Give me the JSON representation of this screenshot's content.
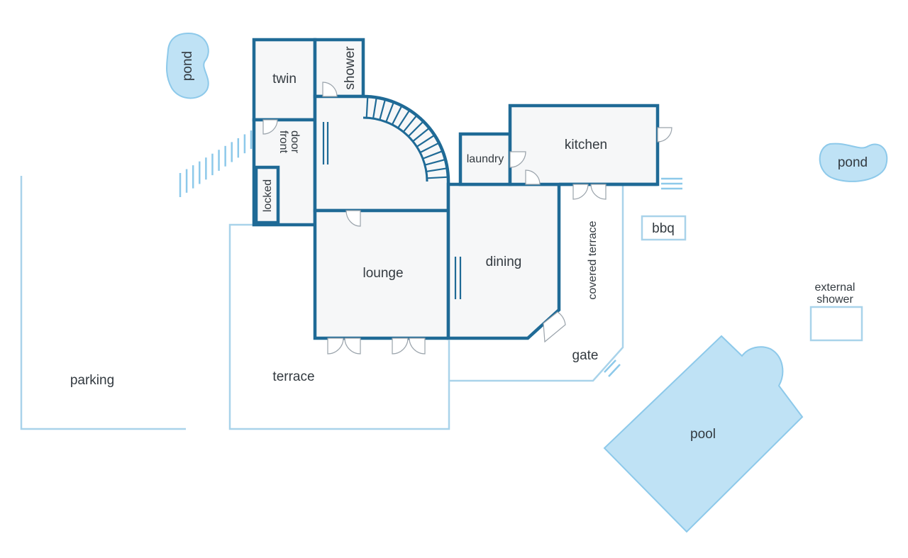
{
  "labels": {
    "twin": "twin",
    "shower": "shower",
    "front_door_1": "front",
    "front_door_2": "door",
    "locked": "locked",
    "laundry": "laundry",
    "kitchen": "kitchen",
    "lounge": "lounge",
    "dining": "dining",
    "covered_terrace": "covered terrace",
    "terrace": "terrace",
    "parking": "parking",
    "gate": "gate",
    "bbq": "bbq",
    "external_shower_1": "external",
    "external_shower_2": "shower",
    "pool": "pool",
    "pond_left": "pond",
    "pond_right": "pond"
  },
  "colors": {
    "wall": "#1f6a96",
    "floor": "#f6f7f8",
    "outline": "#a9d3ea",
    "water": "#bfe2f5"
  }
}
